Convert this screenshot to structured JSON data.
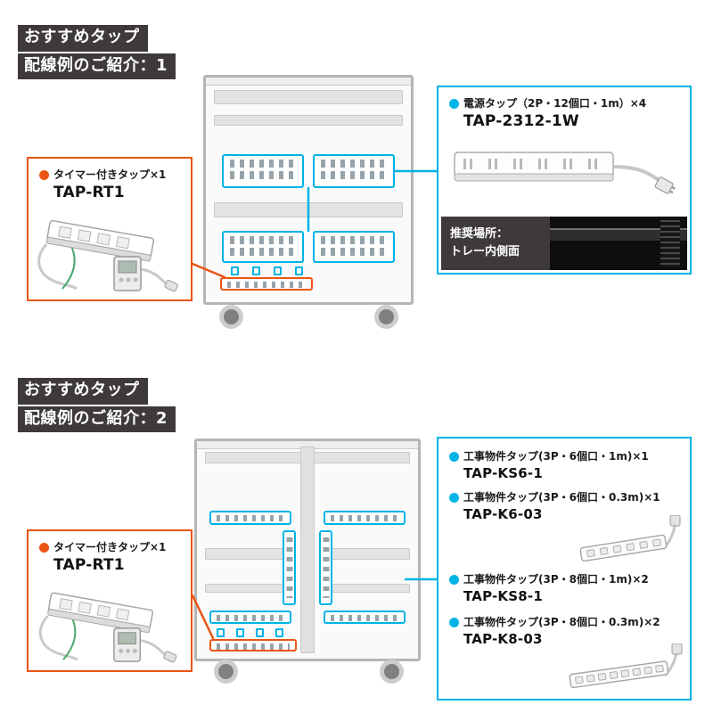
{
  "sections": [
    {
      "heading_line1": "おすすめタップ",
      "heading_line2": "配線例のご紹介：1",
      "timer_tap": {
        "label": "タイマー付きタップ×1",
        "model": "TAP-RT1"
      },
      "power_tap": {
        "label": "電源タップ（2P・12個口・1m）×4",
        "model": "TAP-2312-1W"
      },
      "recommended_place": {
        "line1": "推奨場所：",
        "line2": "トレー内側面"
      }
    },
    {
      "heading_line1": "おすすめタップ",
      "heading_line2": "配線例のご紹介：2",
      "timer_tap": {
        "label": "タイマー付きタップ×1",
        "model": "TAP-RT1"
      },
      "items": [
        {
          "label": "工事物件タップ(3P・6個口・1m)×1",
          "model": "TAP-KS6-1"
        },
        {
          "label": "工事物件タップ(3P・6個口・0.3m)×1",
          "model": "TAP-K6-03"
        },
        {
          "label": "工事物件タップ(3P・8個口・1m)×2",
          "model": "TAP-KS8-1"
        },
        {
          "label": "工事物件タップ(3P・8個口・0.3m)×2",
          "model": "TAP-K8-03"
        }
      ]
    }
  ],
  "colors": {
    "accent_cyan": "#00b3e6",
    "accent_orange": "#ea5514",
    "heading_bg": "#3e3a39"
  }
}
